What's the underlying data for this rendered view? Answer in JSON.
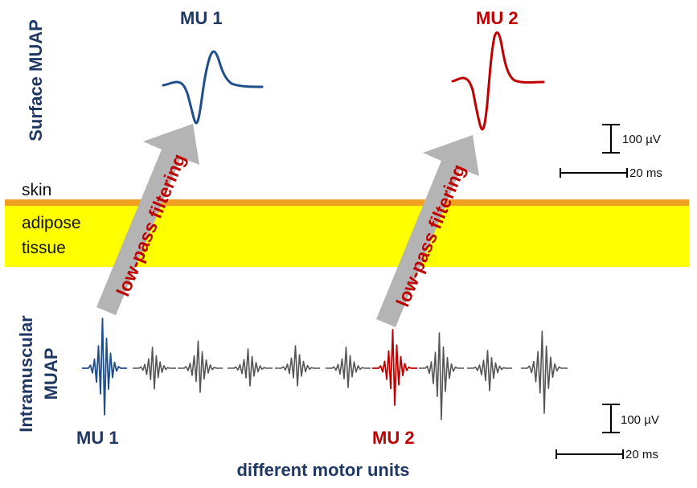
{
  "colors": {
    "mu1": "#1f4e8c",
    "mu2": "#c00000",
    "other_units": "#555555",
    "skin": "#f0a020",
    "adipose": "#ffff00",
    "arrow": "#b4b4b4",
    "title_blue": "#1f3864"
  },
  "labels": {
    "surface_axis": "Surface MUAP",
    "intramuscular_axis_line1": "Intramuscular",
    "intramuscular_axis_line2": "MUAP",
    "mu1_top": "MU 1",
    "mu2_top": "MU 2",
    "mu1_bottom": "MU 1",
    "mu2_bottom": "MU 2",
    "skin": "skin",
    "adipose_line1": "adipose",
    "adipose_line2": "tissue",
    "arrow1": "low-pass filtering",
    "arrow2": "low-pass filtering",
    "bottom_caption": "different motor units"
  },
  "scale_bars": {
    "surface": {
      "amplitude": "100 µV",
      "time": "20 ms"
    },
    "intramuscular": {
      "amplitude": "100 µV",
      "time": "20 ms"
    }
  },
  "intramuscular_units": [
    {
      "id": "mu1",
      "highlight": "mu1"
    },
    {
      "id": "u2",
      "highlight": ""
    },
    {
      "id": "u3",
      "highlight": ""
    },
    {
      "id": "u4",
      "highlight": ""
    },
    {
      "id": "u5",
      "highlight": ""
    },
    {
      "id": "u6",
      "highlight": ""
    },
    {
      "id": "mu2",
      "highlight": "mu2"
    },
    {
      "id": "u8",
      "highlight": ""
    },
    {
      "id": "u9",
      "highlight": ""
    },
    {
      "id": "u10",
      "highlight": ""
    }
  ]
}
